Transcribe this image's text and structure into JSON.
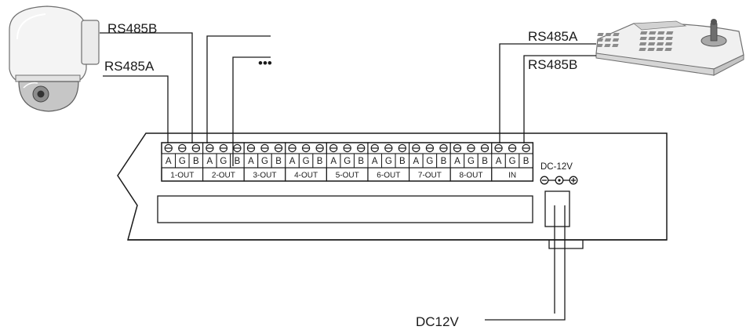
{
  "labels": {
    "camera_rs485b": "RS485B",
    "camera_rs485a": "RS485A",
    "keyboard_rs485a": "RS485A",
    "keyboard_rs485b": "RS485B",
    "ellipsis": "•••",
    "dc_input": "DC12V",
    "dc_jack": "DC-12V"
  },
  "ports": [
    {
      "name": "1-OUT",
      "pins": [
        "A",
        "G",
        "B"
      ]
    },
    {
      "name": "2-OUT",
      "pins": [
        "A",
        "G",
        "B"
      ]
    },
    {
      "name": "3-OUT",
      "pins": [
        "A",
        "G",
        "B"
      ]
    },
    {
      "name": "4-OUT",
      "pins": [
        "A",
        "G",
        "B"
      ]
    },
    {
      "name": "5-OUT",
      "pins": [
        "A",
        "G",
        "B"
      ]
    },
    {
      "name": "6-OUT",
      "pins": [
        "A",
        "G",
        "B"
      ]
    },
    {
      "name": "7-OUT",
      "pins": [
        "A",
        "G",
        "B"
      ]
    },
    {
      "name": "8-OUT",
      "pins": [
        "A",
        "G",
        "B"
      ]
    },
    {
      "name": "IN",
      "pins": [
        "A",
        "G",
        "B"
      ]
    }
  ]
}
